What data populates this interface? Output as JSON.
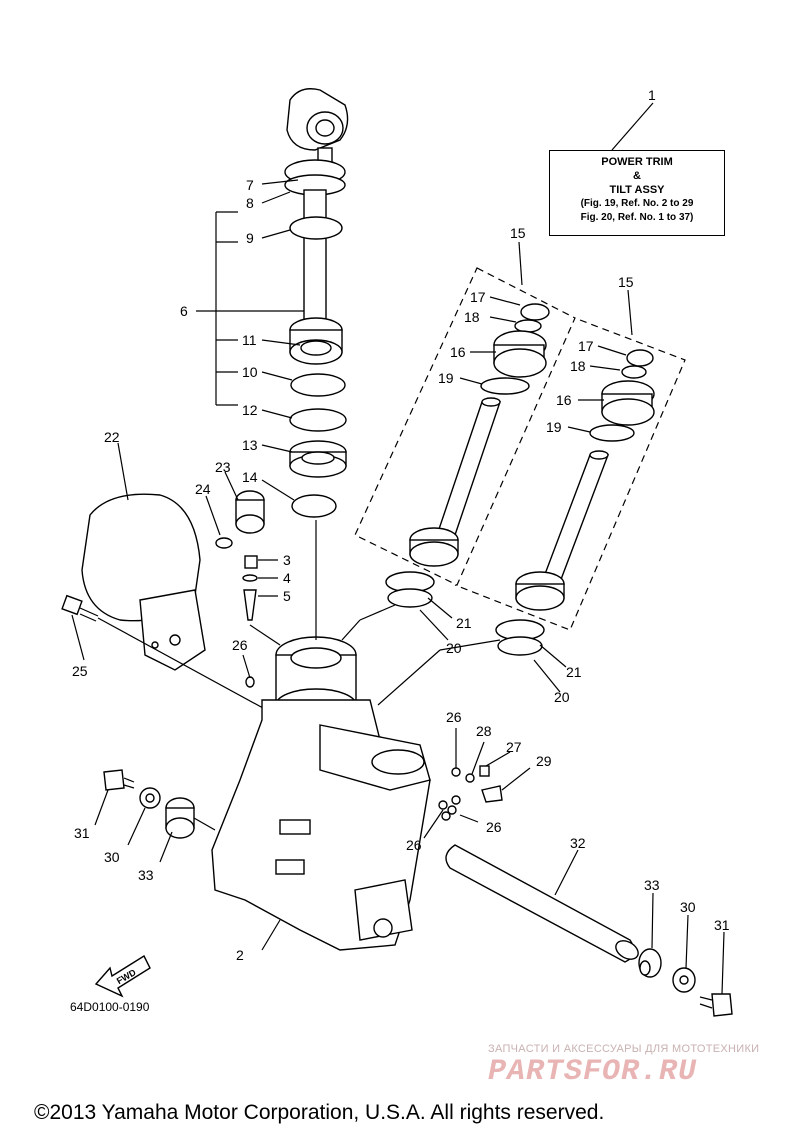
{
  "assembly_label": {
    "line1": "POWER TRIM",
    "line2": "&",
    "line3": "TILT ASSY",
    "line4": "(Fig. 19, Ref. No. 2 to 29",
    "line5": "Fig. 20, Ref. No. 1 to 37)"
  },
  "callouts": {
    "c1": "1",
    "c2": "2",
    "c3": "3",
    "c4": "4",
    "c5": "5",
    "c6": "6",
    "c7": "7",
    "c8": "8",
    "c9": "9",
    "c10": "10",
    "c11": "11",
    "c12": "12",
    "c13": "13",
    "c14": "14",
    "c15a": "15",
    "c15b": "15",
    "c16a": "16",
    "c16b": "16",
    "c17a": "17",
    "c17b": "17",
    "c18a": "18",
    "c18b": "18",
    "c19a": "19",
    "c19b": "19",
    "c20a": "20",
    "c20b": "20",
    "c21a": "21",
    "c21b": "21",
    "c22": "22",
    "c23": "23",
    "c24": "24",
    "c25": "25",
    "c26a": "26",
    "c26b": "26",
    "c26c": "26",
    "c26d": "26",
    "c27": "27",
    "c28": "28",
    "c29": "29",
    "c30a": "30",
    "c30b": "30",
    "c31a": "31",
    "c31b": "31",
    "c32": "32",
    "c33a": "33",
    "c33b": "33"
  },
  "fwd_arrow": "FWD",
  "diagram_code": "64D0100-0190",
  "watermark": {
    "small": "ЗАПЧАСТИ И АКСЕССУАРЫ ДЛЯ МОТОТЕХНИКИ",
    "big": "PARTSFOR.RU"
  },
  "copyright": "©2013 Yamaha Motor Corporation, U.S.A. All rights reserved."
}
